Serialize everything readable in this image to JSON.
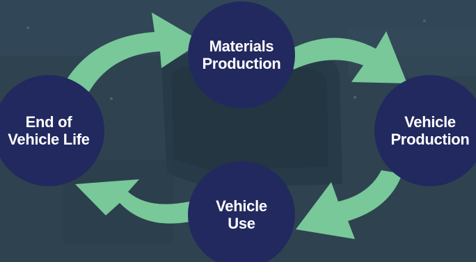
{
  "diagram": {
    "nodes": [
      {
        "id": "materials-production",
        "label": "Materials\nProduction"
      },
      {
        "id": "vehicle-production",
        "label": "Vehicle\nProduction"
      },
      {
        "id": "vehicle-use",
        "label": "Vehicle\nUse"
      },
      {
        "id": "end-of-vehicle-life",
        "label": "End of\nVehicle Life"
      }
    ],
    "edges": [
      {
        "from": "materials-production",
        "to": "vehicle-production"
      },
      {
        "from": "vehicle-production",
        "to": "vehicle-use"
      },
      {
        "from": "vehicle-use",
        "to": "end-of-vehicle-life"
      },
      {
        "from": "end-of-vehicle-life",
        "to": "materials-production"
      }
    ],
    "colors": {
      "node_fill": "#22295f",
      "node_text": "#ffffff",
      "arrow": "#78c89a",
      "background": "#2f4250"
    }
  }
}
